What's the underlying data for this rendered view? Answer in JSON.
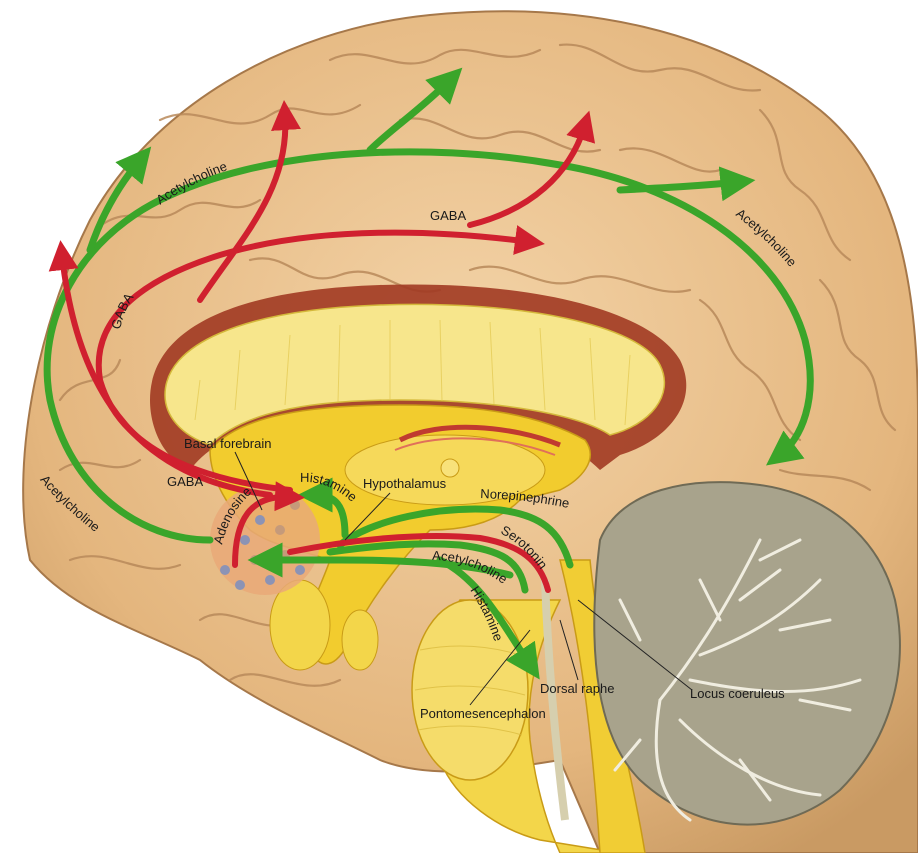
{
  "figure": {
    "labels": {
      "basal_forebrain": "Basal forebrain",
      "hypothalamus": "Hypothalamus",
      "norepinephrine": "Norepinephrine",
      "serotonin": "Serotonin",
      "acetylcholine_inner": "Acetylcholine",
      "histamine_lower": "Histamine",
      "histamine_upper": "Histamine",
      "adenosine": "Adenosine",
      "dorsal_raphe": "Dorsal raphe",
      "locus_coeruleus": "Locus coeruleus",
      "pontomesencephalon": "Pontomesencephalon",
      "gaba_top": "GABA",
      "gaba_left": "GABA",
      "gaba_bottom": "GABA",
      "acetylcholine_top": "Acetylcholine",
      "acetylcholine_right": "Acetylcholine",
      "acetylcholine_left": "Acetylcholine"
    },
    "colors": {
      "excitatory_pathway": "#3aa52a",
      "inhibitory_pathway": "#d0202f",
      "cortex": "#e9c08f",
      "cortex_shadow": "#c99a63",
      "corpus_callosum": "#f7e27a",
      "deep_structures": "#f2cc2e",
      "cerebellum": "#a8a38c",
      "brainstem": "#f3d64a"
    }
  }
}
